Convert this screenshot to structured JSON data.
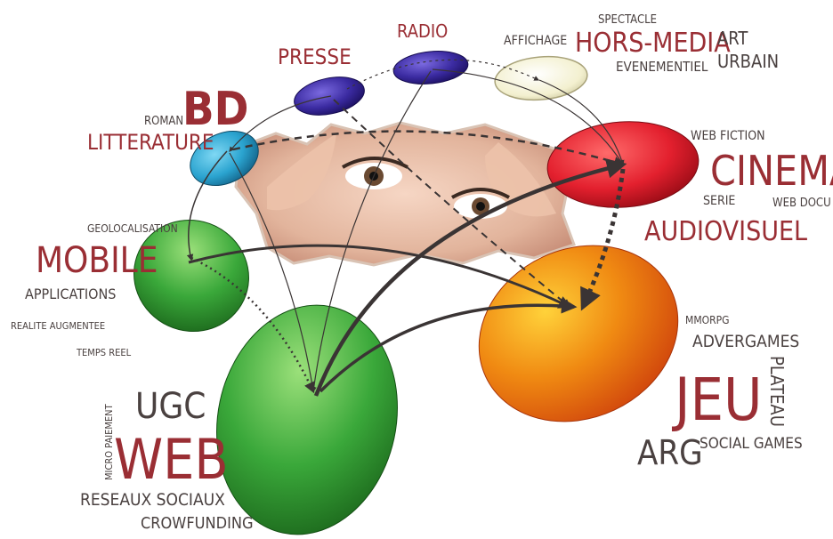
{
  "colors": {
    "accent_red": "#9a2e34",
    "text_gray": "#4a4140",
    "cyan": "#2aa3cf",
    "navy": "#3a2aa0",
    "cream": "#f3f0cf",
    "cinema_red": "#e3202e",
    "orange": "#f08a12",
    "green": "#3aa83a"
  },
  "labels": {
    "bd": "BD",
    "roman": "ROMAN",
    "litterature": "LITTERATURE",
    "presse": "PRESSE",
    "radio": "RADIO",
    "affichage": "AFFICHAGE",
    "spectacle": "SPECTACLE",
    "hors_media": "HORS-MEDIA",
    "art": "ART",
    "urbain": "URBAIN",
    "evenementiel": "EVENEMENTIEL",
    "web_fiction": "WEB FICTION",
    "cinema": "CINEMA",
    "serie": "SERIE",
    "web_docu": "WEB DOCU",
    "audiovisuel": "AUDIOVISUEL",
    "geolocalisation": "GEOLOCALISATION",
    "mobile": "MOBILE",
    "applications": "APPLICATIONS",
    "realite_augmentee": "REALITE AUGMENTEE",
    "temps_reel": "TEMPS REEL",
    "mmorpg": "MMORPG",
    "advergames": "ADVERGAMES",
    "plateau": "PLATEAU",
    "jeu": "JEU",
    "arg": "ARG",
    "social_games": "SOCIAL GAMES",
    "ugc": "UGC",
    "micro_paiement": "MICRO PAIEMENT",
    "web": "WEB",
    "reseaux_sociaux": "RESEAUX SOCIAUX",
    "crowfunding": "CROWFUNDING"
  }
}
